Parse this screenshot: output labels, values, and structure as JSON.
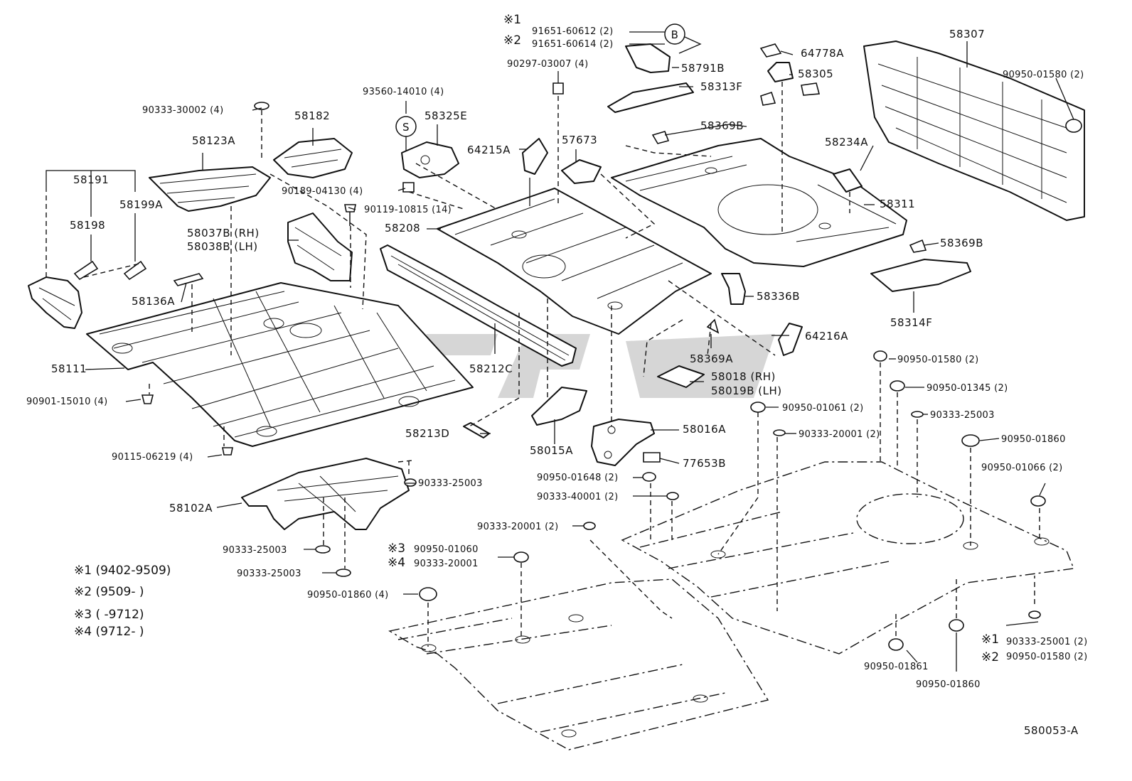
{
  "diagram_id": "580053-A",
  "callout_b": "B",
  "callout_s": "S",
  "labels": {
    "p58307": "58307",
    "p64778a": "64778A",
    "p58305": "58305",
    "p58791b": "58791B",
    "p58313f": "58313F",
    "p90950_01580_top": "90950-01580 (2)",
    "p58369b_top": "58369B",
    "p58234a": "58234A",
    "p58311": "58311",
    "p58369b_right": "58369B",
    "p58314f": "58314F",
    "p58336b": "58336B",
    "p64216a": "64216A",
    "p58369a": "58369A",
    "p58018": "58018  (RH)",
    "p58019b": "58019B (LH)",
    "p58016a": "58016A",
    "p77653b": "77653B",
    "p90950_01648": "90950-01648 (2)",
    "p90333_40001": "90333-40001 (2)",
    "p58015a": "58015A",
    "p58213d": "58213D",
    "p58212c": "58212C",
    "p58208": "58208",
    "p57673": "57673",
    "p64215a": "64215A",
    "p90297_03007": "90297-03007 (4)",
    "p91651_60612": "91651-60612 (2)",
    "p91651_60614": "91651-60614 (2)",
    "p93560_14010": "93560-14010 (4)",
    "p58325e": "58325E",
    "p90189_04130": "90189-04130 (4)",
    "p90119_10815": "90119-10815 (14)",
    "p90333_30002": "90333-30002 (4)",
    "p58182": "58182",
    "p58123a": "58123A",
    "p58191": "58191",
    "p58198": "58198",
    "p58199a": "58199A",
    "p58037b": "58037B (RH)",
    "p58038b": "58038B (LH)",
    "p58136a": "58136A",
    "p58111": "58111",
    "p90901_15010": "90901-15010 (4)",
    "p90115_06219": "90115-06219 (4)",
    "p58102a": "58102A",
    "p90333_25003_a": "90333-25003",
    "p90333_25003_b": "90333-25003",
    "p90333_25003_c": "90333-25003",
    "p90333_20001_mid": "90333-20001 (2)",
    "p90950_01060": "90950-01060",
    "p90333_20001_n4": "90333-20001",
    "p90950_01860_4": "90950-01860 (4)",
    "p90950_01580_r": "90950-01580 (2)",
    "p90950_01345": "90950-01345 (2)",
    "p90950_01061": "90950-01061 (2)",
    "p90333_25003_r": "90333-25003",
    "p90333_20001_r": "90333-20001 (2)",
    "p90950_01860_r": "90950-01860",
    "p90950_01066": "90950-01066 (2)",
    "p90950_01861": "90950-01861",
    "p90950_01860_b": "90950-01860",
    "p90333_25001": "90333-25001 (2)",
    "p90950_01580_b": "90950-01580 (2)"
  },
  "notes": {
    "n1_mark": "※1",
    "n2_mark": "※2",
    "n3_mark": "※3",
    "n4_mark": "※4",
    "legend_1": "※1 (9402-9509)",
    "legend_2": "※2 (9509-       )",
    "legend_3": "※3 (        -9712)",
    "legend_4": "※4 (9712-       )"
  }
}
